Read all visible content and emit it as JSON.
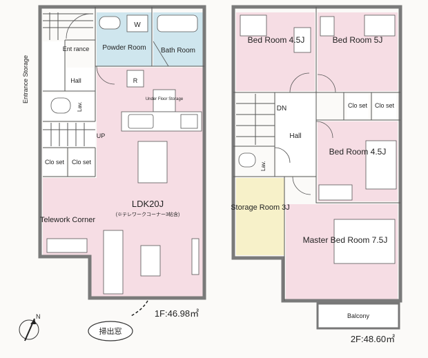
{
  "floor1": {
    "entrance_storage": "Entrance Storage",
    "entrance": "Ent rance",
    "hall": "Hall",
    "powder_room": "Powder Room",
    "washer": "W",
    "bath_room": "Bath Room",
    "lav": "Lav.",
    "refrigerator": "R",
    "under_floor_storage": "Under Floor Storage",
    "up": "UP",
    "closet": "Clo set",
    "ldk": "LDK20J",
    "ldk_note": "(※テレワークコーナー3帖含)",
    "telework_corner": "Telework Corner",
    "area": "1F:46.98㎡",
    "window_note": "掃出窓"
  },
  "floor2": {
    "bed_room_a": "Bed Room 4.5J",
    "bed_room_b": "Bed Room 5J",
    "bed_room_c": "Bed Room 4.5J",
    "master_bed_room": "Master Bed Room 7.5J",
    "storage_room": "Storage Room 3J",
    "hall": "Hall",
    "dn": "DN",
    "lav": "Lav.",
    "closet": "Clo set",
    "balcony": "Balcony",
    "area": "2F:48.60㎡"
  },
  "compass": {
    "north": "N"
  }
}
